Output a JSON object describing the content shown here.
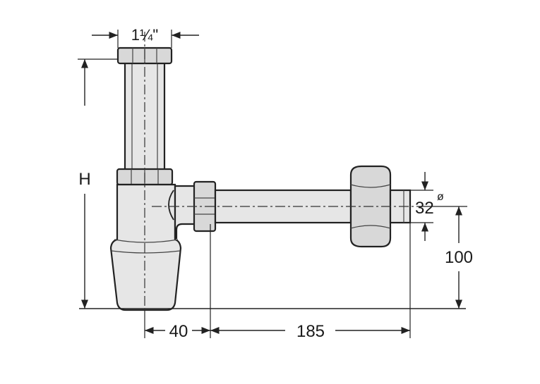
{
  "dimensions": {
    "inlet_size": "1¼\"",
    "height": "H",
    "outlet_diameter": "32",
    "diameter_symbol": "ø",
    "outlet_height": "100",
    "offset_left": "40",
    "offset_right": "185"
  }
}
